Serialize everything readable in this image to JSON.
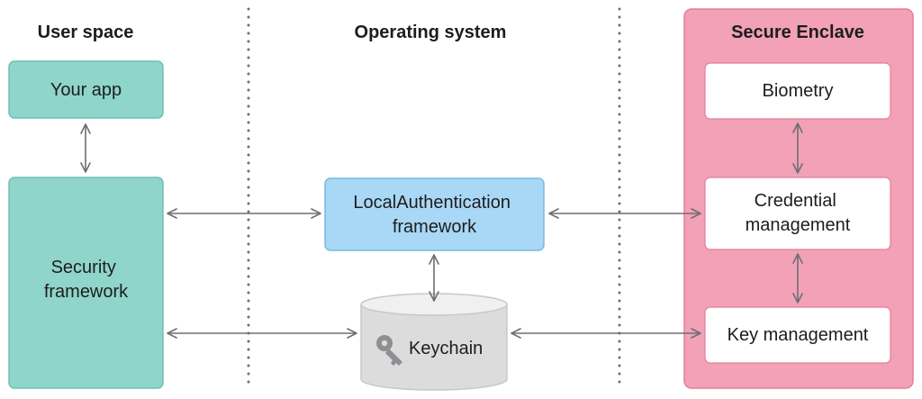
{
  "columns": {
    "user_space": "User space",
    "operating_system": "Operating system",
    "secure_enclave": "Secure Enclave"
  },
  "nodes": {
    "your_app": "Your app",
    "security_framework": [
      "Security",
      "framework"
    ],
    "local_auth": [
      "LocalAuthentication",
      "framework"
    ],
    "keychain": "Keychain",
    "biometry": "Biometry",
    "credential_management": [
      "Credential",
      "management"
    ],
    "key_management": "Key management"
  },
  "icons": {
    "keychain": "key-icon"
  },
  "colors": {
    "user_space_fill": "#8fd5c9",
    "user_space_stroke": "#6cc2b4",
    "os_fill": "#a8d8f5",
    "os_stroke": "#78b9e4",
    "keychain_fill": "#dcdcdc",
    "keychain_top": "#f0f0f0",
    "enclave_fill": "#f2a1b6",
    "enclave_stroke": "#e47d9a",
    "connector": "#6e6e73"
  }
}
